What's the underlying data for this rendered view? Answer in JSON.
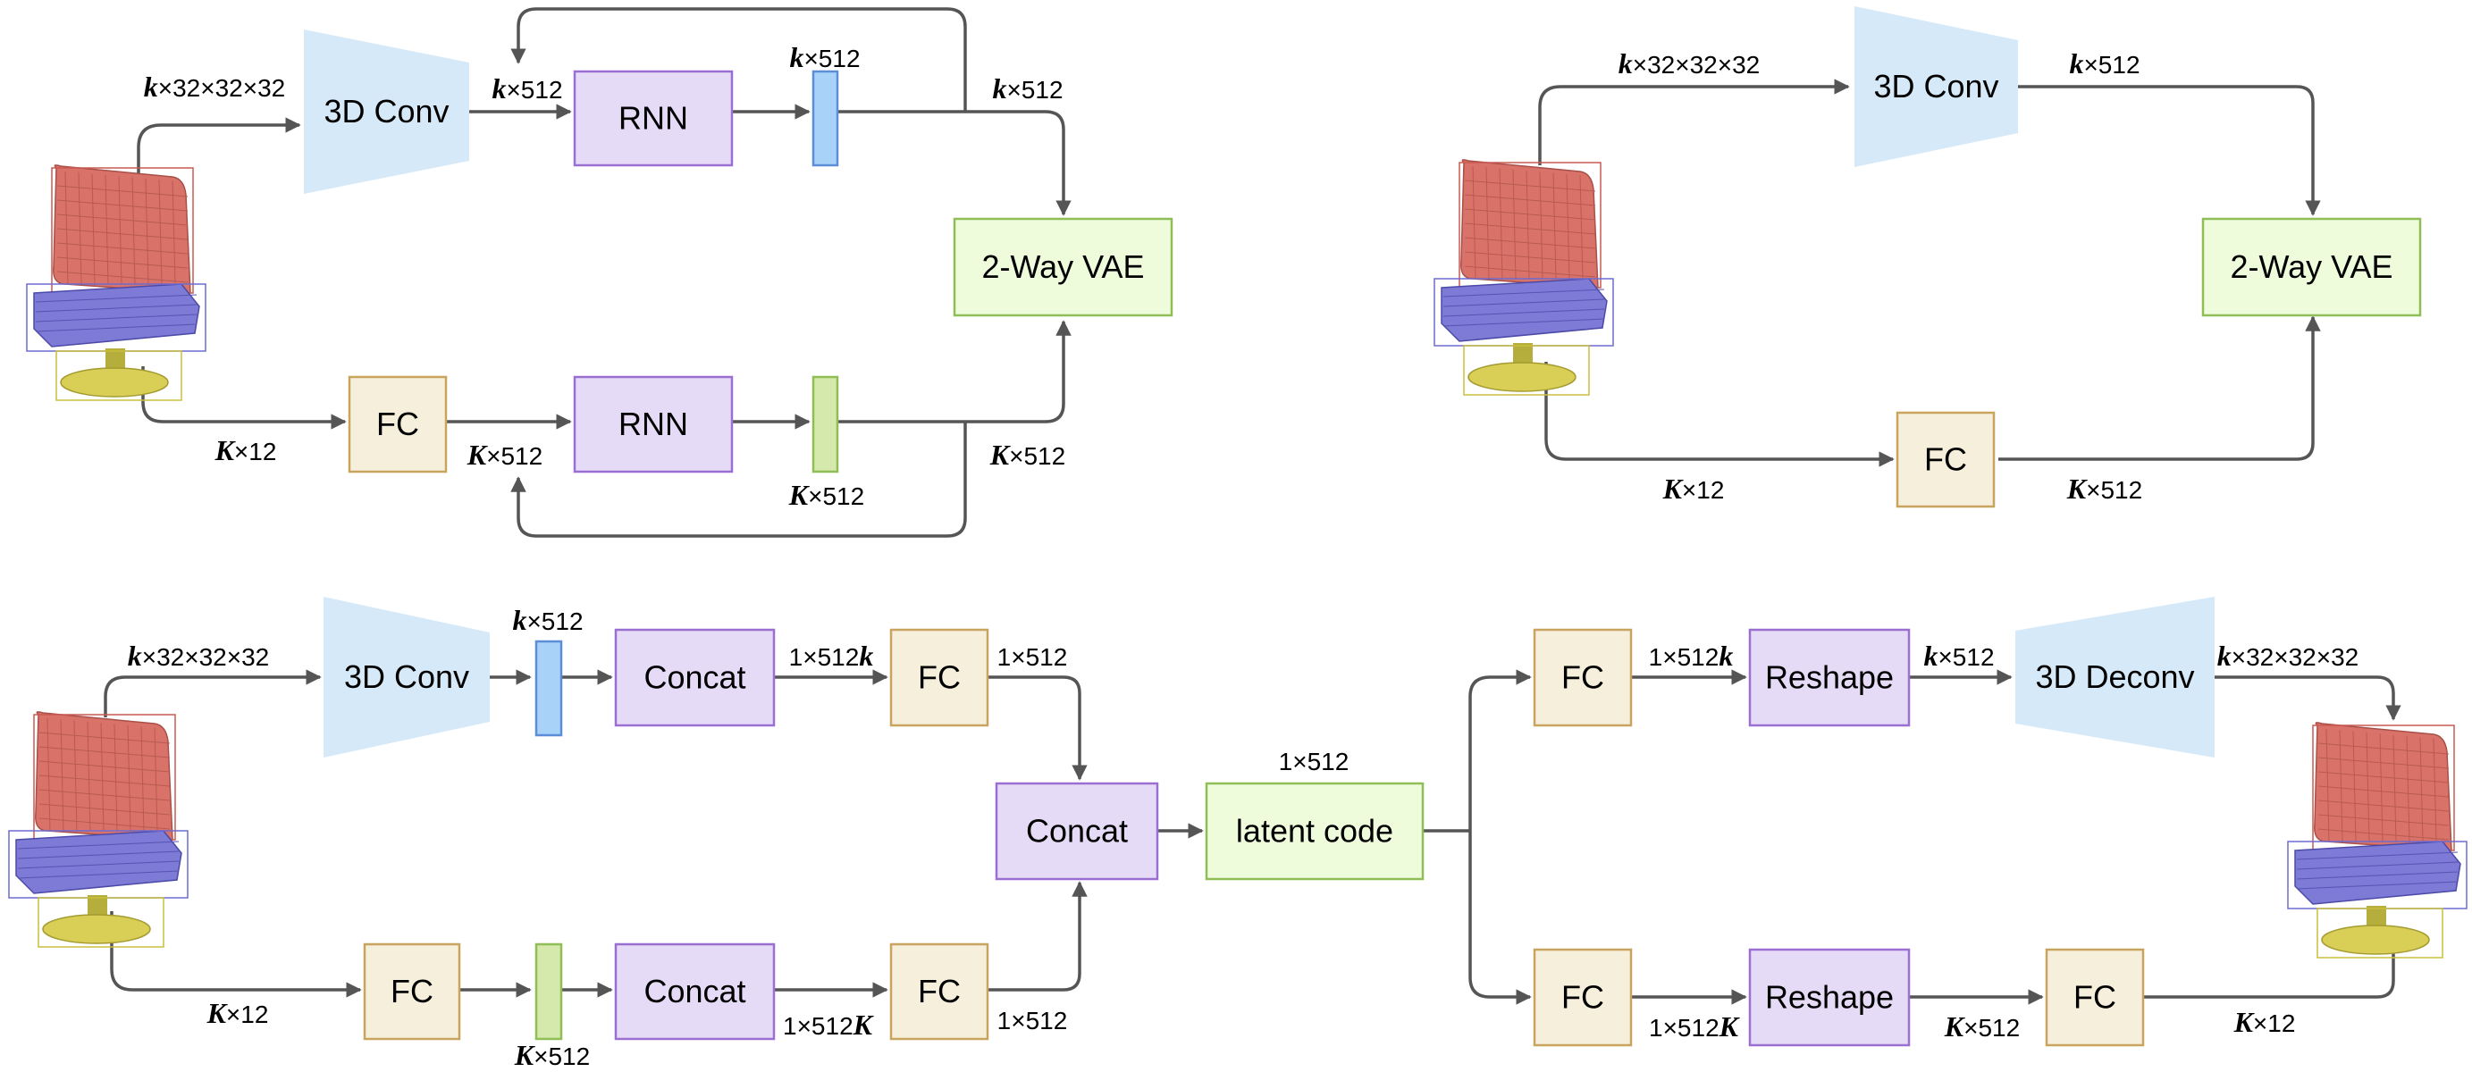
{
  "colors": {
    "conv": "#d6e9f8",
    "rnn_fill": "#e6dbf7",
    "rnn_stroke": "#9b6fd1",
    "fc_fill": "#f5efdc",
    "fc_stroke": "#c8a45e",
    "vae_fill": "#eefcdc",
    "vae_stroke": "#8fbd56",
    "blue_vec_fill": "#a9d2f8",
    "blue_vec_stroke": "#5b8ed6",
    "green_vec_fill": "#d4e9ab",
    "green_vec_stroke": "#8fbd56",
    "chair_back": "#d9736a",
    "chair_seat": "#7d7bd6",
    "chair_base": "#d9cf56",
    "edge": "#555555"
  },
  "icons": [
    "chair-voxel-icon"
  ],
  "labels": {
    "conv3d": "3D Conv",
    "deconv3d": "3D Deconv",
    "rnn": "RNN",
    "fc": "FC",
    "vae": "2-Way VAE",
    "concat": "Concat",
    "reshape": "Reshape",
    "latent": "latent code"
  },
  "dims": {
    "k_vox": {
      "it": "k",
      "rest": "×32×32×32"
    },
    "k_512": {
      "it": "k",
      "rest": "×512"
    },
    "K_12": {
      "it": "K",
      "rest": "×12"
    },
    "K_512": {
      "it": "K",
      "rest": "×512"
    },
    "one_512": {
      "it": "",
      "rest": "1×512"
    },
    "one_512k": {
      "it": "k",
      "rest": "1×512",
      "it_after": true
    },
    "one_512K": {
      "it": "K",
      "rest": "1×512",
      "it_after": true
    }
  }
}
